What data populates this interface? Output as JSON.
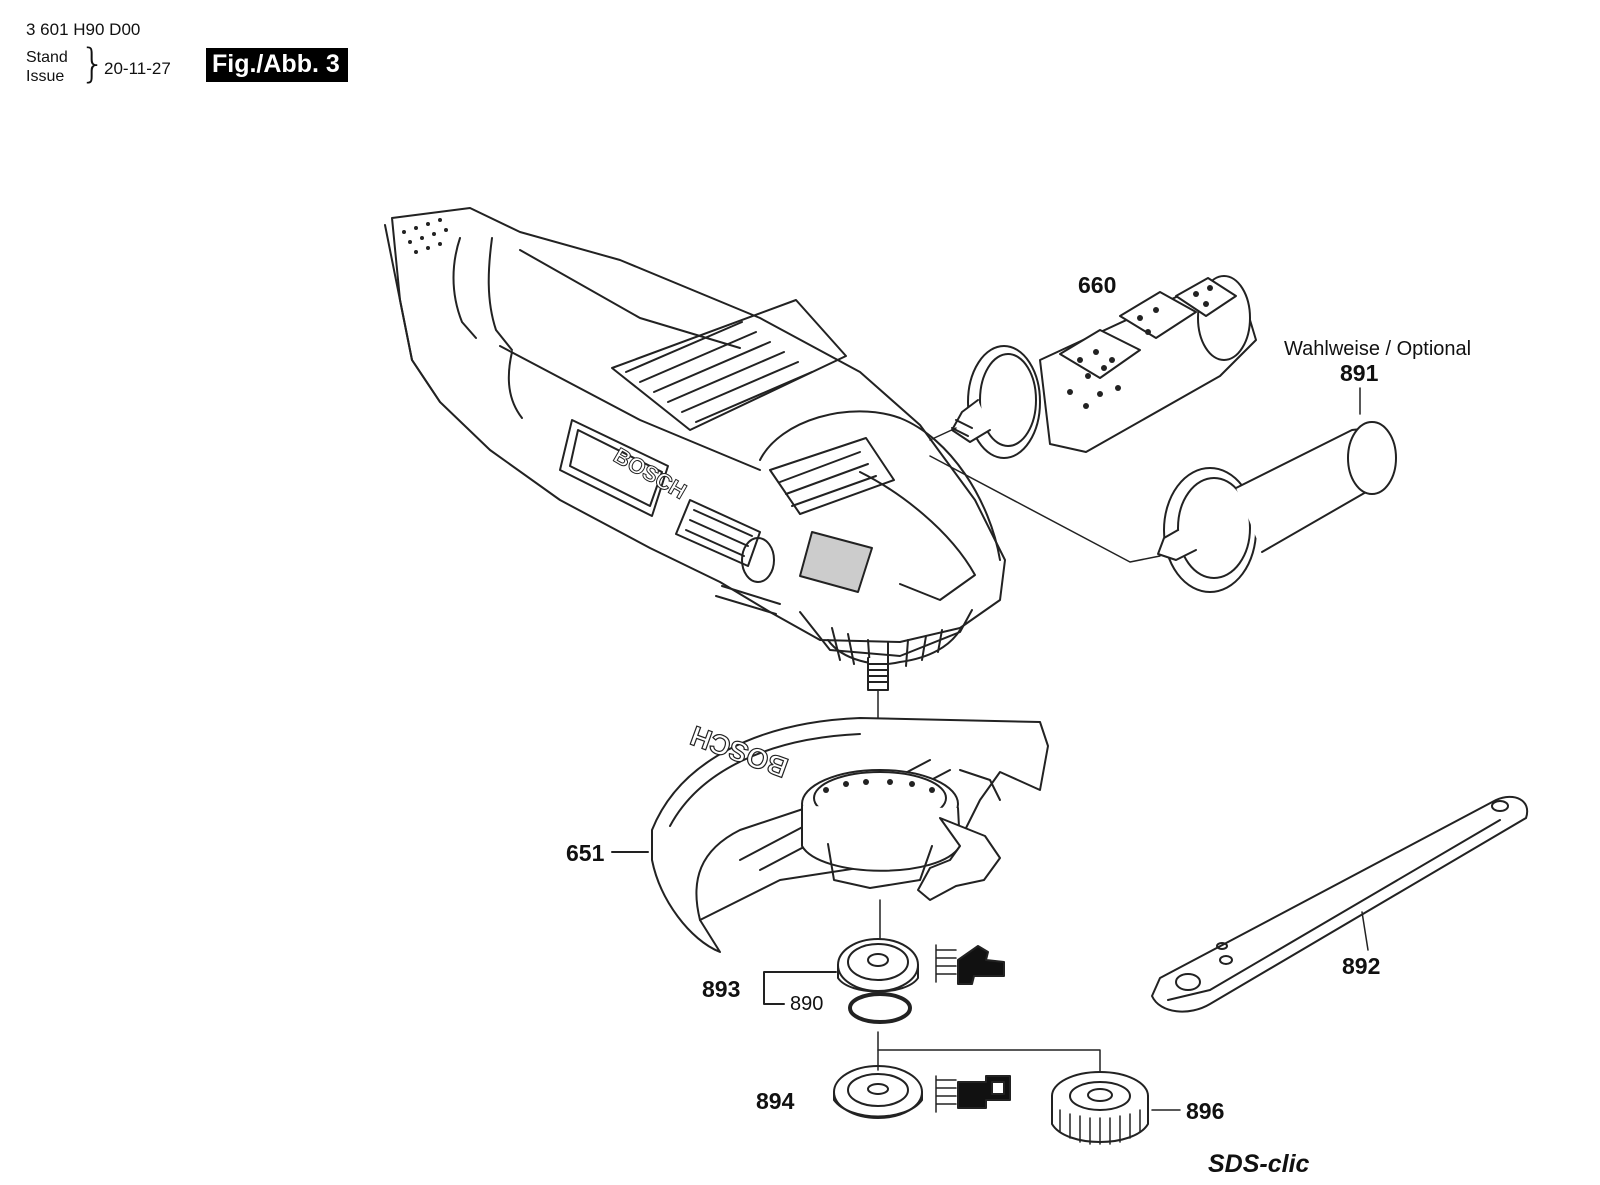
{
  "header": {
    "doc_code": "3 601 H90 D00",
    "stand_label": "Stand",
    "issue_label": "Issue",
    "date": "20-11-27",
    "figure_label": "Fig./Abb. 3"
  },
  "parts": {
    "p660": "660",
    "p891": "891",
    "p651": "651",
    "p892": "892",
    "p893": "893",
    "p890": "890",
    "p894": "894",
    "p896": "896"
  },
  "notes": {
    "optional": "Wahlweise / Optional",
    "sds_clic": "SDS-clic",
    "brand_tool": "BOSCH",
    "brand_guard": "BOSCH"
  }
}
